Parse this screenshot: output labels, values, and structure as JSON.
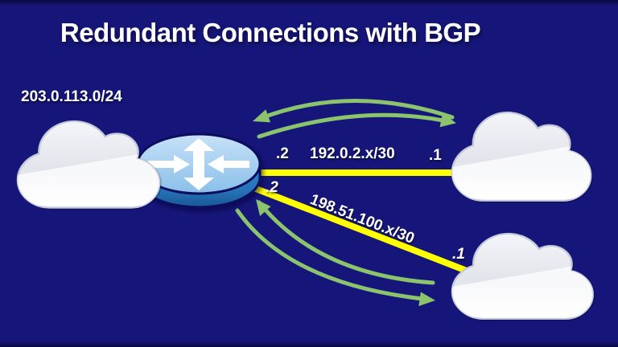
{
  "slide": {
    "title": "Redundant Connections with BGP",
    "local_network": {
      "prefix": "203.0.113.0/24"
    },
    "links": [
      {
        "name": "link-a",
        "subnet": "192.0.2.x/30",
        "router_ip": ".2",
        "provider_ip": ".1"
      },
      {
        "name": "link-b",
        "subnet": "198.51.100.x/30",
        "router_ip": ".2",
        "provider_ip": ".1"
      }
    ],
    "icons": {
      "router": "cisco-router-icon",
      "local_cloud": "cloud-icon",
      "provider_a_cloud": "cloud-icon",
      "provider_b_cloud": "cloud-icon",
      "traffic_arrows": "green-curved-arrow-icon"
    },
    "colors": {
      "background": "#16167A",
      "link_yellow": "#FFFF00",
      "arrow_green": "#8CC46E",
      "router_top_blue": "#A6CFF0",
      "router_body_blue": "#2878BE",
      "cloud_fill": "#F0F1F5",
      "text": "#FFFFFF"
    }
  }
}
